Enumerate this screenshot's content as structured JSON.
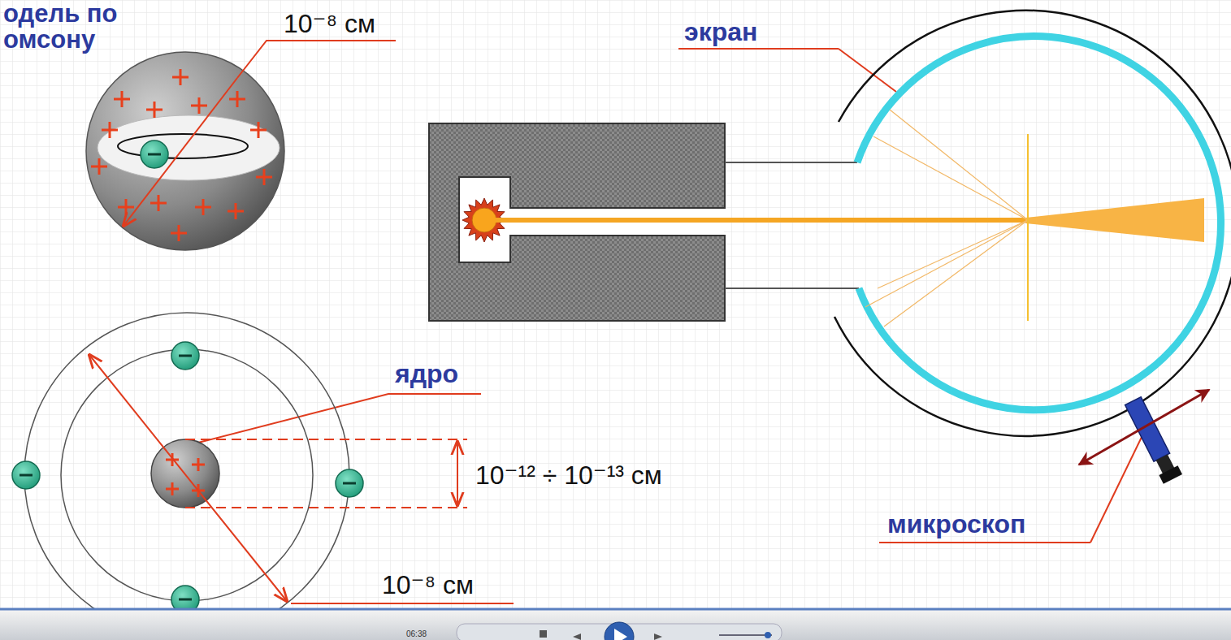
{
  "diagram": {
    "labels": [
      "одель по",
      "омсону",
      "10⁻⁸ см",
      "экран",
      "ядро",
      "10⁻¹² ÷ 10⁻¹³ см",
      "10⁻⁸ см",
      "микроскоп",
      "06:38"
    ]
  }
}
